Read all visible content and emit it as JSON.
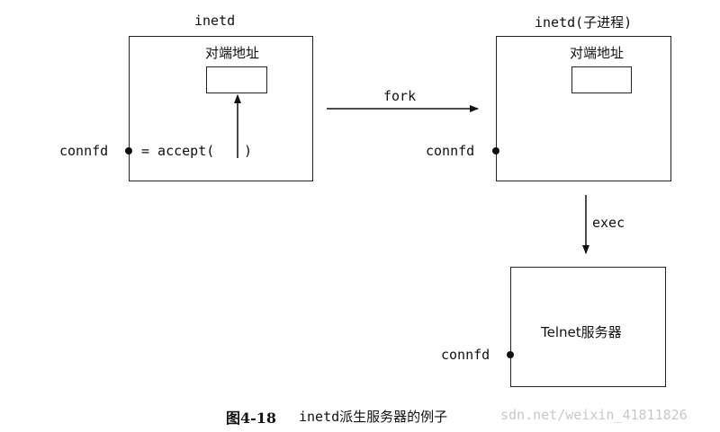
{
  "left_process": {
    "title": "inetd",
    "peer_address_label": "对端地址",
    "fd_label": "connfd",
    "accept_call": "= accept(",
    "accept_close": ")"
  },
  "fork_label": "fork",
  "child_process": {
    "title": "inetd(子进程)",
    "peer_address_label": "对端地址",
    "fd_label": "connfd"
  },
  "exec_label": "exec",
  "server_process": {
    "title": "Telnet服务器",
    "fd_label": "connfd"
  },
  "caption": {
    "number": "图4-18",
    "text": "inetd派生服务器的例子"
  },
  "watermark": "sdn.net/weixin_41811826"
}
